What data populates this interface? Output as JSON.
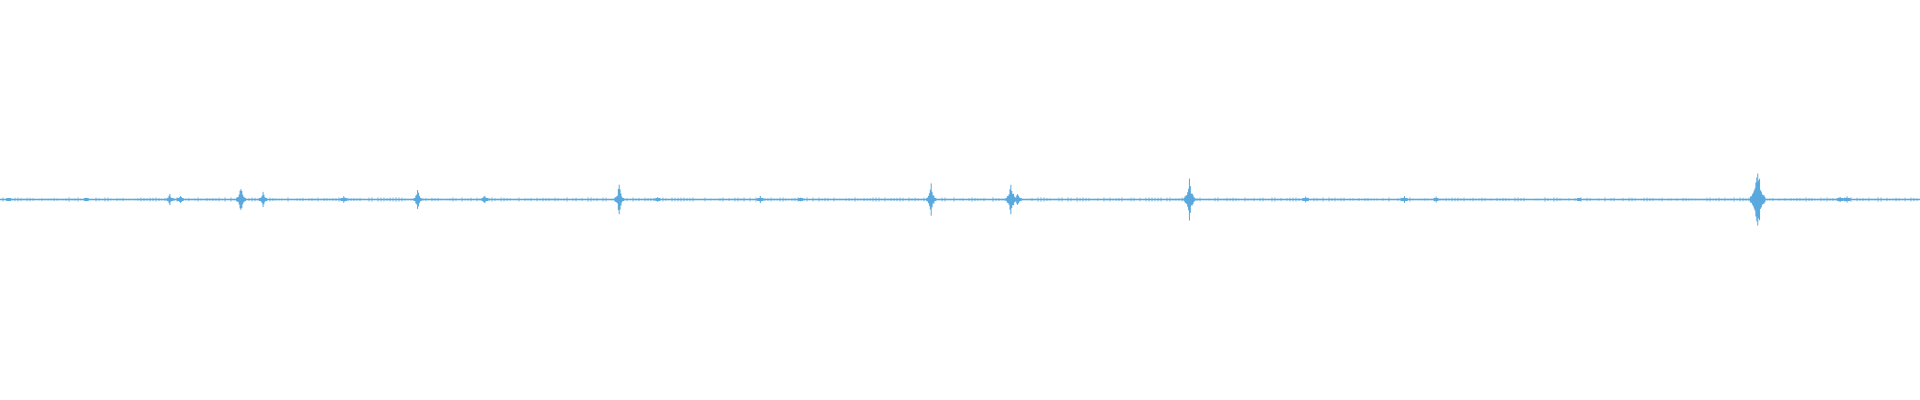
{
  "waveform": {
    "color": "#5aa9de",
    "background": "#ffffff",
    "peaks": [
      {
        "t": 0.0045,
        "amp": 0.04
      },
      {
        "t": 0.045,
        "amp": 0.05
      },
      {
        "t": 0.0885,
        "amp": 0.2
      },
      {
        "t": 0.094,
        "amp": 0.15
      },
      {
        "t": 0.1255,
        "amp": 0.45
      },
      {
        "t": 0.137,
        "amp": 0.28
      },
      {
        "t": 0.179,
        "amp": 0.12
      },
      {
        "t": 0.2175,
        "amp": 0.32
      },
      {
        "t": 0.2525,
        "amp": 0.15
      },
      {
        "t": 0.3225,
        "amp": 0.45
      },
      {
        "t": 0.3425,
        "amp": 0.08
      },
      {
        "t": 0.396,
        "amp": 0.1
      },
      {
        "t": 0.417,
        "amp": 0.06
      },
      {
        "t": 0.485,
        "amp": 0.45
      },
      {
        "t": 0.5265,
        "amp": 0.55
      },
      {
        "t": 0.53,
        "amp": 0.25
      },
      {
        "t": 0.6195,
        "amp": 0.6
      },
      {
        "t": 0.68,
        "amp": 0.12
      },
      {
        "t": 0.7315,
        "amp": 0.1
      },
      {
        "t": 0.748,
        "amp": 0.08
      },
      {
        "t": 0.8225,
        "amp": 0.04
      },
      {
        "t": 0.915,
        "amp": 0.7
      },
      {
        "t": 0.9155,
        "amp": 1.0
      },
      {
        "t": 0.9585,
        "amp": 0.1
      },
      {
        "t": 0.962,
        "amp": 0.1
      }
    ]
  }
}
